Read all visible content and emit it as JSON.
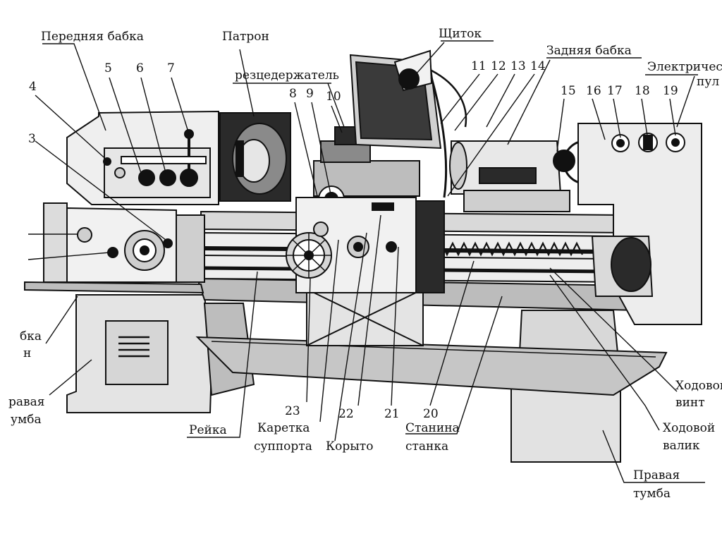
{
  "labels": {
    "front_headstock": "Передняя бабка",
    "chuck": "Патрон",
    "shield": "Щиток",
    "tailstock": "Задняя бабка",
    "electric_panel_line1": "Электричес",
    "electric_panel_line2": "пул",
    "tool_holder": "резцедержатель",
    "lead_screw_line1": "Ходовой",
    "lead_screw_line2": "винт",
    "feed_shaft_line1": "Ходовой",
    "feed_shaft_line2": "валик",
    "right_pedestal_line1": "Правая",
    "right_pedestal_line2": "тумба",
    "rack": "Рейка",
    "carriage_line1": "Каретка",
    "carriage_line2": "суппорта",
    "apron": "Корыто",
    "bed_line1": "Станина",
    "bed_line2": "станка",
    "gearbox_frag1": "бка",
    "gearbox_frag2": "н",
    "left_pedestal_frag1": "равая",
    "left_pedestal_frag2": "умба"
  },
  "numbers": {
    "n3": "3",
    "n4": "4",
    "n5": "5",
    "n6": "6",
    "n7": "7",
    "n8": "8",
    "n9": "9",
    "n10": "10",
    "n11": "11",
    "n12": "12",
    "n13": "13",
    "n14": "14",
    "n15": "15",
    "n16": "16",
    "n17": "17",
    "n18": "18",
    "n19": "19",
    "n20": "20",
    "n21": "21",
    "n22": "22",
    "n23": "23"
  }
}
